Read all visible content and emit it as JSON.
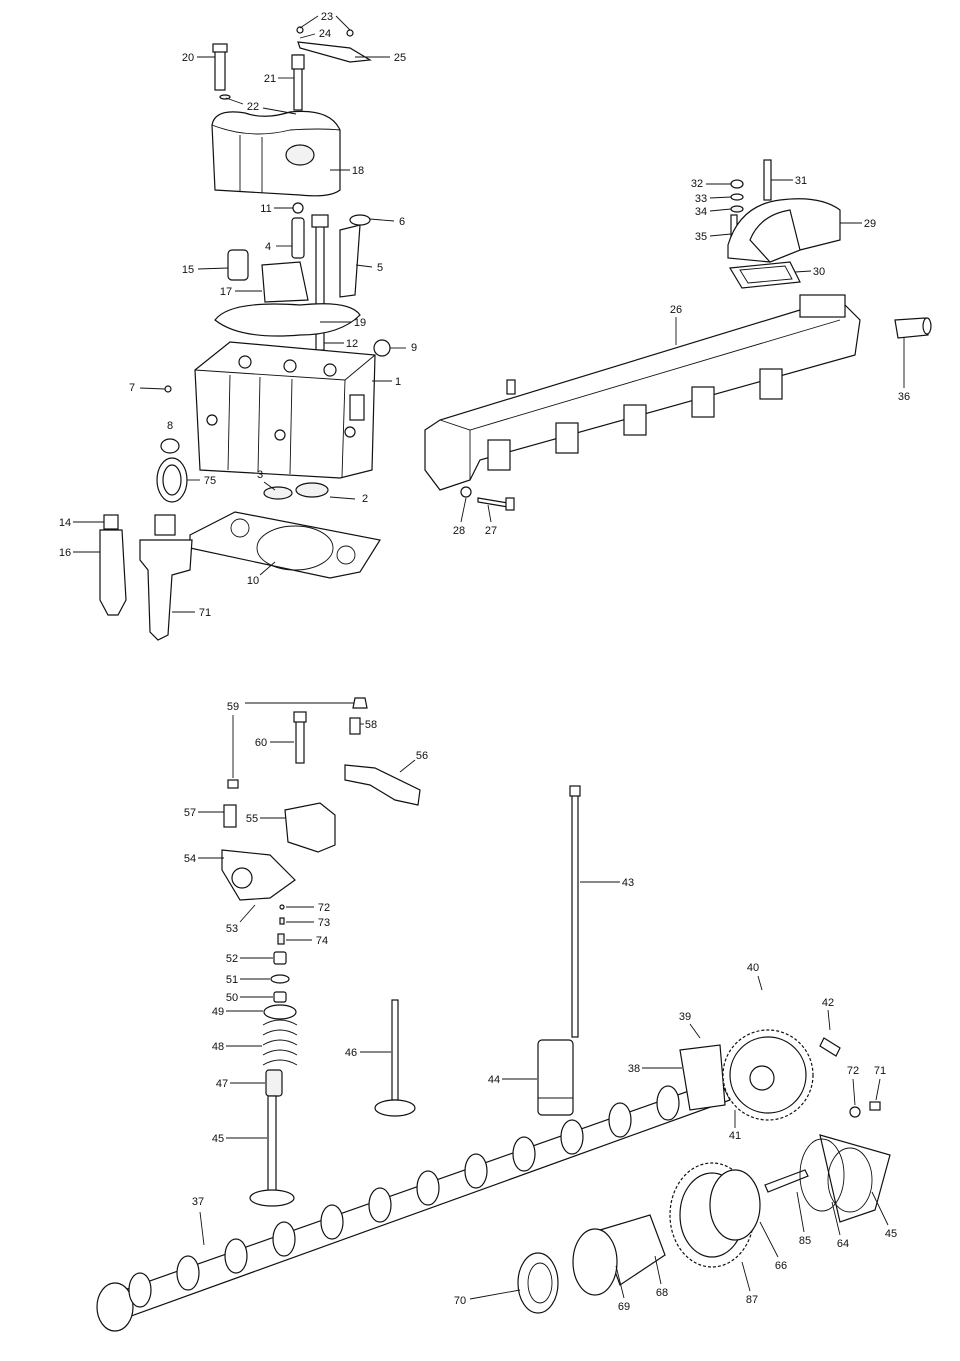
{
  "diagram": {
    "type": "exploded-parts-diagram",
    "colors": {
      "line": "#111111",
      "background": "#ffffff"
    },
    "callouts": [
      "23",
      "24",
      "25",
      "20",
      "21",
      "22",
      "18",
      "11",
      "6",
      "4",
      "5",
      "15",
      "17",
      "19",
      "12",
      "9",
      "1",
      "7",
      "8",
      "75",
      "3",
      "2",
      "14",
      "16",
      "10",
      "71",
      "32",
      "31",
      "33",
      "34",
      "29",
      "35",
      "30",
      "26",
      "36",
      "28",
      "27",
      "59",
      "58",
      "60",
      "56",
      "57",
      "55",
      "54",
      "43",
      "53",
      "72",
      "73",
      "74",
      "52",
      "51",
      "50",
      "49",
      "48",
      "46",
      "40",
      "42",
      "39",
      "38",
      "44",
      "72",
      "71",
      "47",
      "41",
      "45",
      "45",
      "37",
      "85",
      "64",
      "66",
      "87",
      "70",
      "69",
      "68"
    ]
  }
}
